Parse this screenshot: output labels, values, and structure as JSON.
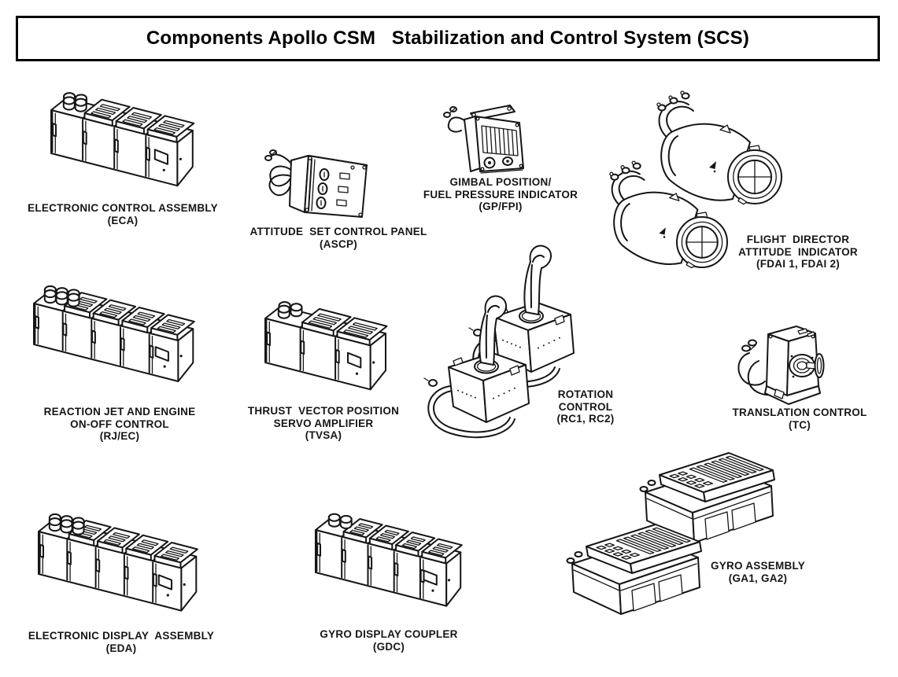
{
  "title": "Components Apollo CSM   Stabilization and Control System (SCS)",
  "colors": {
    "ink": "#161616",
    "background": "#ffffff",
    "border": "#000000"
  },
  "components": {
    "eca": {
      "full_name": "ELECTRONIC CONTROL ASSEMBLY",
      "abbreviation": "(ECA)",
      "label": "ELECTRONIC CONTROL ASSEMBLY\n(ECA)"
    },
    "ascp": {
      "full_name": "ATTITUDE  SET CONTROL PANEL",
      "abbreviation": "(ASCP)",
      "label": "ATTITUDE  SET CONTROL PANEL\n(ASCP)"
    },
    "gpfpi": {
      "full_name": "GIMBAL POSITION/ FUEL PRESSURE INDICATOR",
      "abbreviation": "(GP/FPI)",
      "label": "GIMBAL POSITION/\nFUEL PRESSURE INDICATOR\n(GP/FPI)"
    },
    "fdai": {
      "full_name": "FLIGHT  DIRECTOR ATTITUDE  INDICATOR",
      "abbreviation": "(FDAI 1, FDAI 2)",
      "label": "FLIGHT  DIRECTOR\nATTITUDE  INDICATOR\n(FDAI 1, FDAI 2)"
    },
    "rjec": {
      "full_name": "REACTION JET AND ENGINE ON-OFF CONTROL",
      "abbreviation": "(RJ/EC)",
      "label": "REACTION JET AND ENGINE\nON-OFF CONTROL\n(RJ/EC)"
    },
    "tvsa": {
      "full_name": "THRUST  VECTOR POSITION SERVO AMPLIFIER",
      "abbreviation": "(TVSA)",
      "label": "THRUST  VECTOR POSITION\nSERVO AMPLIFIER\n(TVSA)"
    },
    "rc": {
      "full_name": "ROTATION CONTROL",
      "abbreviation": "(RC1, RC2)",
      "label": "ROTATION\nCONTROL\n(RC1, RC2)"
    },
    "tc": {
      "full_name": "TRANSLATION CONTROL",
      "abbreviation": "(TC)",
      "label": "TRANSLATION CONTROL\n(TC)"
    },
    "eda": {
      "full_name": "ELECTRONIC DISPLAY  ASSEMBLY",
      "abbreviation": "(EDA)",
      "label": "ELECTRONIC DISPLAY  ASSEMBLY\n(EDA)"
    },
    "gdc": {
      "full_name": "GYRO DISPLAY COUPLER",
      "abbreviation": "(GDC)",
      "label": "GYRO DISPLAY COUPLER\n(GDC)"
    },
    "ga": {
      "full_name": "GYRO ASSEMBLY",
      "abbreviation": "(GA1, GA2)",
      "label": "GYRO ASSEMBLY\n(GA1, GA2)"
    }
  }
}
